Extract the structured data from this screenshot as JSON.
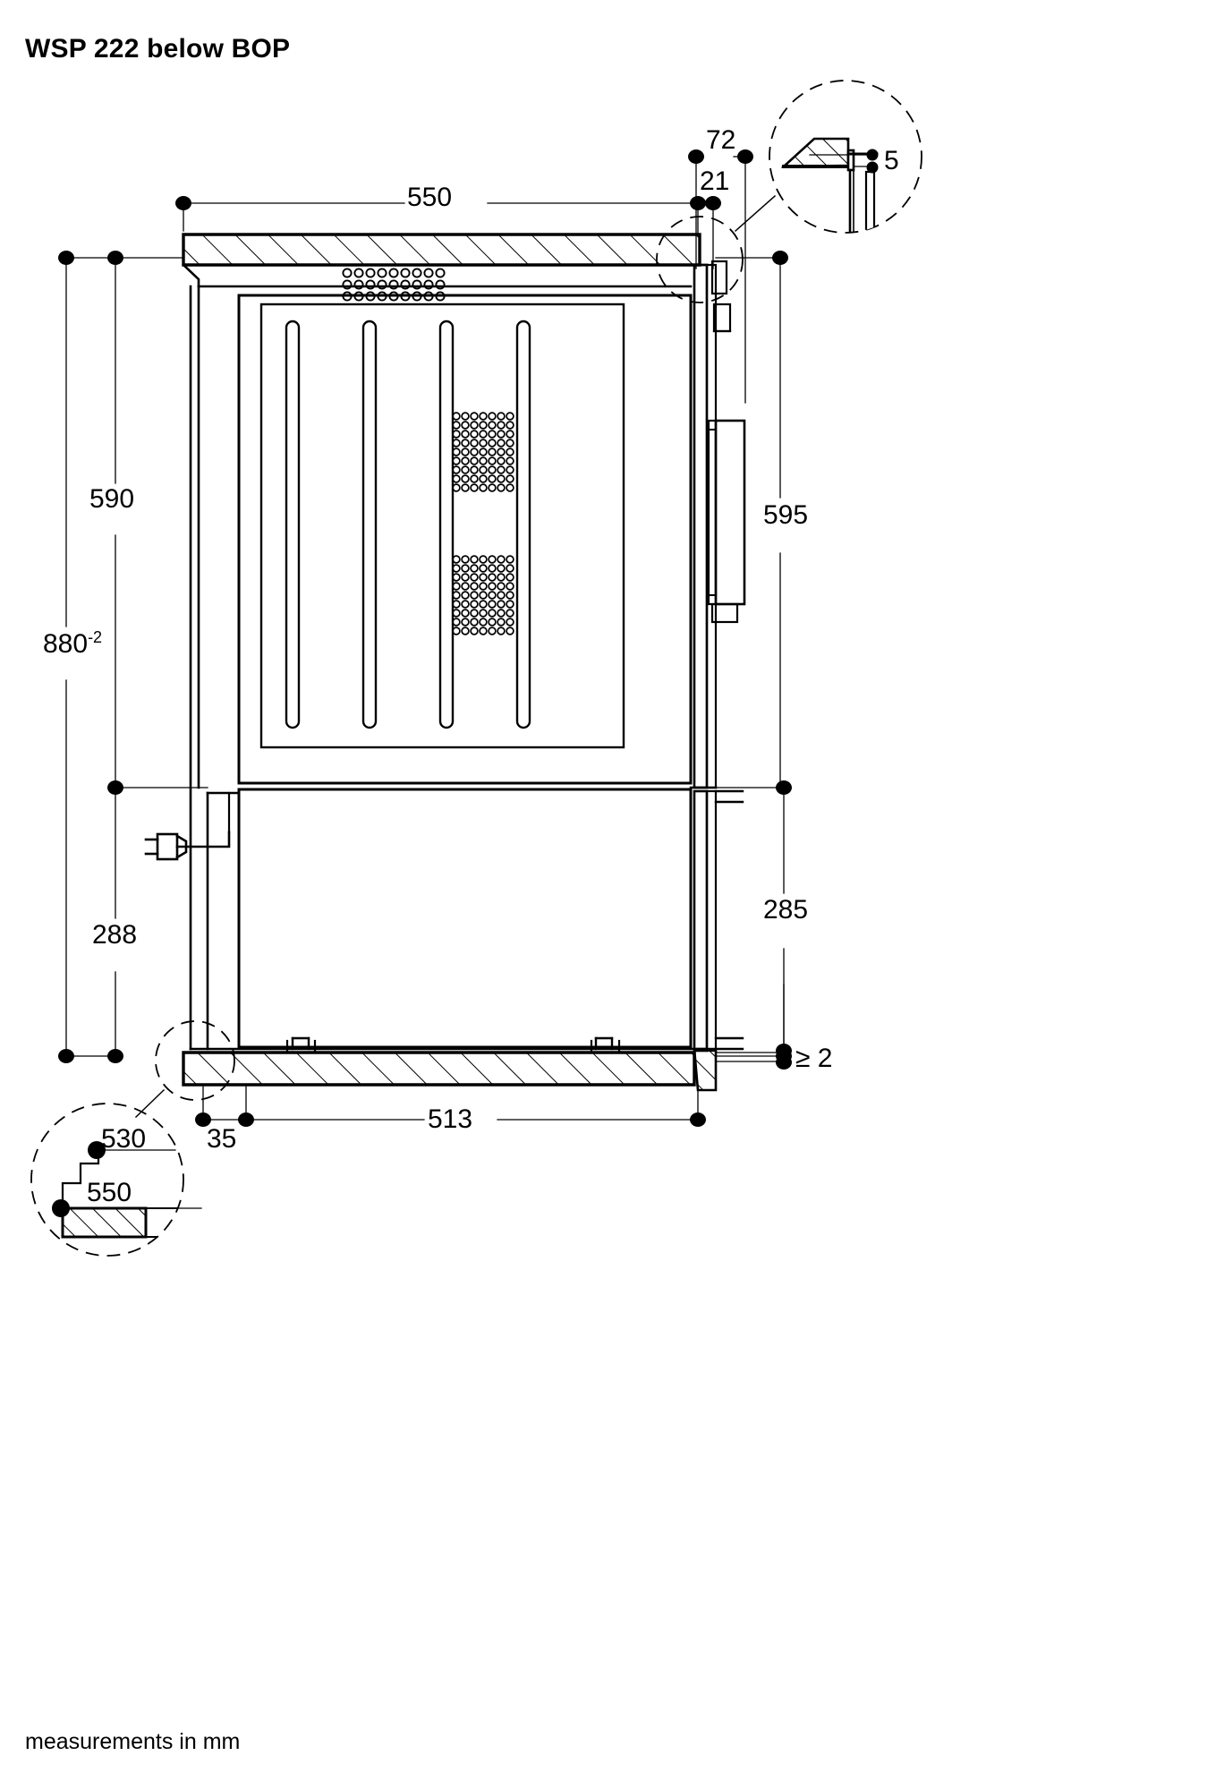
{
  "page": {
    "title": "WSP 222 below BOP",
    "footnote": "measurements in mm",
    "units": "mm",
    "ink": "#000000",
    "background": "#ffffff"
  },
  "dimensions": {
    "top_width": "550",
    "top_rear_offset": "72",
    "top_rear_gap": "21",
    "detail_top_gap": "5",
    "left_niche_height": "590",
    "left_total_height_tol": "880",
    "left_total_height_tol_sup": "-2",
    "left_lower_height": "288",
    "right_upper_height": "595",
    "right_lower_height": "285",
    "right_base_gap": "≥ 2",
    "bottom_depth": "513",
    "bottom_front_offset": "35",
    "detail_bottom_upper": "530",
    "detail_bottom_lower": "550"
  },
  "details": {
    "top_right_label": "5",
    "bottom_left_upper_label": "530",
    "bottom_left_lower_label": "550"
  }
}
